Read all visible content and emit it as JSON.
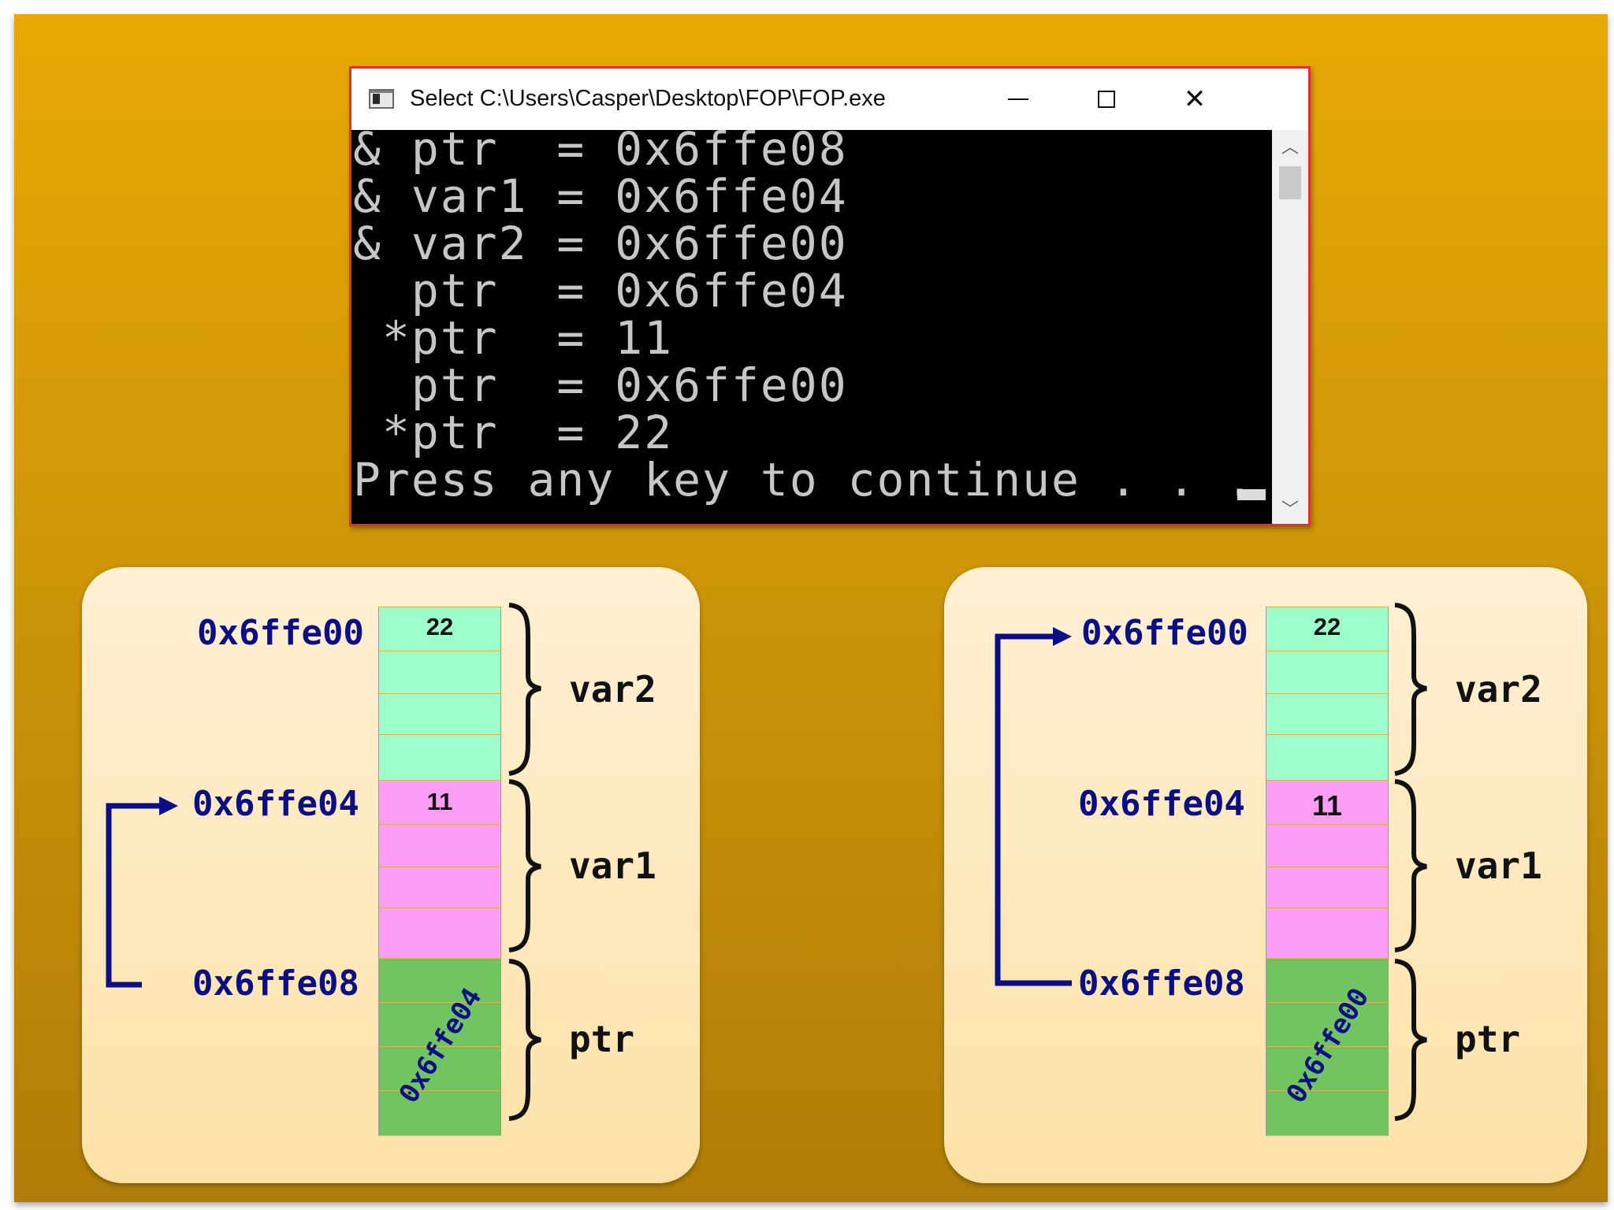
{
  "console": {
    "title": "Select C:\\Users\\Casper\\Desktop\\FOP\\FOP.exe",
    "lines": [
      "& ptr  = 0x6ffe08",
      "& var1 = 0x6ffe04",
      "& var2 = 0x6ffe00",
      "  ptr  = 0x6ffe04",
      " *ptr  = 11",
      "  ptr  = 0x6ffe00",
      " *ptr  = 22",
      "Press any key to continue . . ."
    ]
  },
  "panels": [
    {
      "addresses": [
        "0x6ffe00",
        "0x6ffe04",
        "0x6ffe08"
      ],
      "var2_value": "22",
      "var1_value": "11",
      "ptr_value": "0x6ffe04",
      "labels": [
        "var2",
        "var1",
        "ptr"
      ],
      "arrow_target": "0x6ffe04"
    },
    {
      "addresses": [
        "0x6ffe00",
        "0x6ffe04",
        "0x6ffe08"
      ],
      "var2_value": "22",
      "var1_value": "11",
      "ptr_value": "0x6ffe00",
      "labels": [
        "var2",
        "var1",
        "ptr"
      ],
      "arrow_target": "0x6ffe00"
    }
  ],
  "colors": {
    "address_text": "#0b0f86",
    "arrow": "#0b0f86",
    "var2_cells": "#9dfdcb",
    "var1_cells": "#fd9df6",
    "ptr_cells": "#70c561",
    "console_border": "#e0312a"
  },
  "icons": [
    "console-app-icon",
    "minimize-icon",
    "maximize-icon",
    "close-icon",
    "scroll-up-icon",
    "scroll-down-icon"
  ]
}
